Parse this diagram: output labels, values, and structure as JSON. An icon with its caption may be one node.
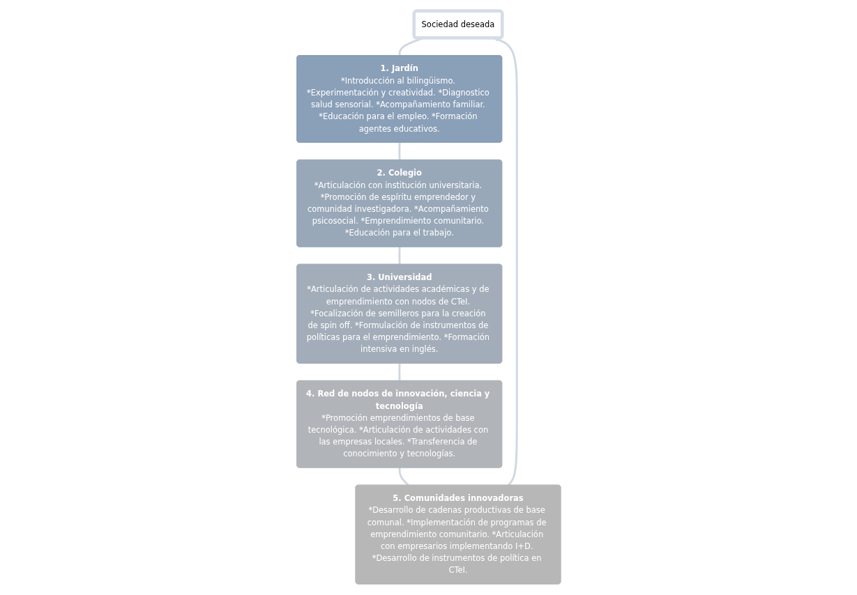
{
  "diagram": {
    "nodes": [
      {
        "text": [
          "Sociedad deseada"
        ]
      },
      {
        "text": [
          "1. Jardín",
          "*Introducción al bilingüismo. *Experimentación y creatividad. *Diagnostico salud sensorial. *Acompañamiento familiar. *Educación para el empleo. *Formación agentes educativos."
        ]
      },
      {
        "text": [
          "2. Colegio",
          "*Articulación con institución universitaria. *Promoción de espíritu emprendedor y comunidad investigadora. *Acompañamiento psicosocial. *Emprendimiento comunitario. *Educación para el trabajo."
        ]
      },
      {
        "text": [
          "3. Universidad",
          "*Articulación de actividades académicas y de emprendimiento con nodos de CTeI. *Focalización de semilleros para la creación de spin off. *Formulación de instrumentos de políticas para el emprendimiento. *Formación intensiva en inglés."
        ]
      },
      {
        "text": [
          "4. Red de nodos de innovación, ciencia y tecnología",
          "*Promoción emprendimientos de base tecnológica. *Articulación de actividades con las empresas locales. *Transferencia de conocimiento y tecnologías."
        ]
      },
      {
        "text": [
          "5. Comunidades innovadoras",
          "*Desarrollo de cadenas productivas de base comunal. *Implementación de programas de emprendimiento comunitario. *Articulación con empresarios implementando I+D. *Desarrollo de instrumentos de política en CTeI."
        ]
      }
    ],
    "edges": [
      {
        "from": 0,
        "to": 1,
        "arrow": "none"
      },
      {
        "from": 1,
        "to": 2,
        "arrow": "none"
      },
      {
        "from": 2,
        "to": 3,
        "arrow": "none"
      },
      {
        "from": 3,
        "to": 4,
        "arrow": "none"
      },
      {
        "from": 4,
        "to": 5,
        "arrow": "none"
      },
      {
        "from": 5,
        "to": 0,
        "arrow": "to"
      }
    ]
  }
}
